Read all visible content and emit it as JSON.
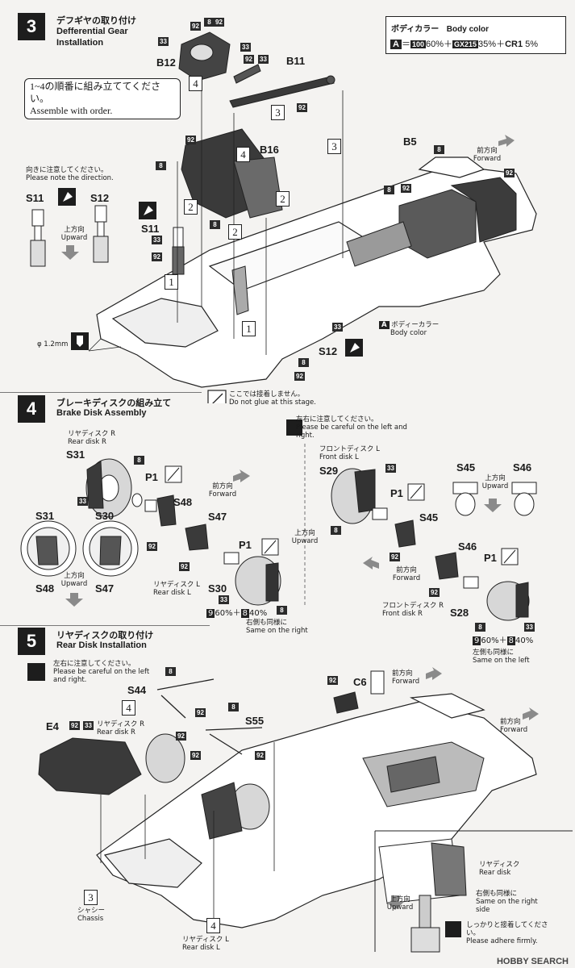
{
  "step3": {
    "number": "3",
    "title_jp": "デフギヤの取り付け",
    "title_en": "Defferential Gear Installation",
    "order_jp": "1~4の順番に組み立ててください。",
    "order_en": "Assemble with order.",
    "direction_jp": "向きに注意してください。",
    "direction_en": "Please note the direction.",
    "upward_jp": "上方向",
    "upward_en": "Upward",
    "forward_jp": "前方向",
    "forward_en": "Forward",
    "body_color_jp": "ボディーカラー",
    "body_color_en": "Body color",
    "noglue_jp": "ここでは接着しません。",
    "noglue_en": "Do not glue at this stage.",
    "diameter": "φ 1.2mm",
    "parts": {
      "b12": "B12",
      "b11": "B11",
      "b16": "B16",
      "b5": "B5",
      "s11": "S11",
      "s12": "S12",
      "a_label": "A"
    },
    "steps": [
      "1",
      "2",
      "3",
      "4"
    ]
  },
  "body_color": {
    "heading_jp": "ボディカラー",
    "heading_en": "Body color",
    "code": "A",
    "formula_1": "100",
    "pct_1": "60%",
    "formula_2": "GX215",
    "pct_2": "35%",
    "formula_3": "CR1",
    "pct_3": "5%",
    "plus": "＋",
    "equals": "＝"
  },
  "step4": {
    "number": "4",
    "title_jp": "ブレーキディスクの組み立て",
    "title_en": "Brake Disk Assembly",
    "rear_r_jp": "リヤディスク R",
    "rear_r_en": "Rear disk R",
    "rear_l_jp": "リヤディスク L",
    "rear_l_en": "Rear disk L",
    "front_l_jp": "フロントディスク L",
    "front_l_en": "Front disk L",
    "front_r_jp": "フロントディスク R",
    "front_r_en": "Front disk R",
    "lr_jp": "左右に注意してください。",
    "lr_en": "Please be careful on the left and right.",
    "upward_jp": "上方向",
    "upward_en": "Upward",
    "forward_jp": "前方向",
    "forward_en": "Forward",
    "same_right_jp": "右側も同様に",
    "same_right_en": "Same on the right",
    "same_left_jp": "左側も同様に",
    "same_left_en": "Same on the left",
    "mix_left": "60%＋",
    "mix_left_pct": "40%",
    "parts": {
      "s31": "S31",
      "s30": "S30",
      "s48": "S48",
      "s47": "S47",
      "s29": "S29",
      "s45": "S45",
      "s46": "S46",
      "s28": "S28",
      "p1": "P1"
    }
  },
  "step5": {
    "number": "5",
    "title_jp": "リヤディスクの取り付け",
    "title_en": "Rear Disk Installation",
    "lr_jp": "左右に注意してください。",
    "lr_en": "Please be careful on the left and right.",
    "forward_jp": "前方向",
    "forward_en": "Forward",
    "upward_jp": "上方向",
    "upward_en": "Upward",
    "rear_r_jp": "リヤディスク R",
    "rear_r_en": "Rear disk R",
    "rear_l_jp": "リヤディスク L",
    "rear_l_en": "Rear disk L",
    "rear_disk_jp": "リヤディスク",
    "rear_disk_en": "Rear disk",
    "same_right_jp": "右側も同様に",
    "same_right_en": "Same on the right side",
    "adhere_jp": "しっかりと接着してください。",
    "adhere_en": "Please adhere firmly.",
    "chassis_jp": "シャシー",
    "chassis_en": "Chassis",
    "parts": {
      "s44": "S44",
      "s55": "S55",
      "c6": "C6",
      "e4": "E4"
    },
    "box_4": "4",
    "box_3": "3"
  },
  "watermark": "HOBBY SEARCH",
  "colors": {
    "ink": "#1d1d1d",
    "paper": "#f4f3f1",
    "grey": "#6b6b6b"
  }
}
